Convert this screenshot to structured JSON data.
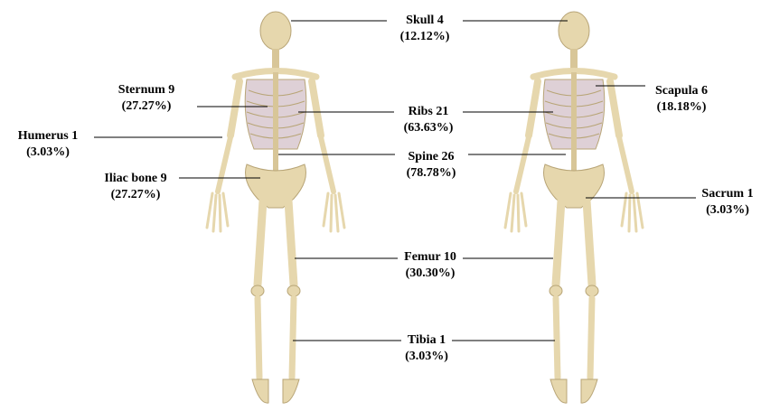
{
  "colors": {
    "bone": "#e6d7ad",
    "bone_edge": "#b8a577",
    "ribs": "#d9c7d6",
    "leader": "#000000"
  },
  "labels": {
    "skull": {
      "name": "Skull 4",
      "pct": "(12.12%)"
    },
    "sternum": {
      "name": "Sternum 9",
      "pct": "(27.27%)"
    },
    "humerus": {
      "name": "Humerus 1",
      "pct": "(3.03%)"
    },
    "iliac": {
      "name": "Iliac bone 9",
      "pct": "(27.27%)"
    },
    "ribs": {
      "name": "Ribs 21",
      "pct": "(63.63%)"
    },
    "spine": {
      "name": "Spine 26",
      "pct": "(78.78%)"
    },
    "femur": {
      "name": "Femur 10",
      "pct": "(30.30%)"
    },
    "tibia": {
      "name": "Tibia 1",
      "pct": "(3.03%)"
    },
    "scapula": {
      "name": "Scapula 6",
      "pct": "(18.18%)"
    },
    "sacrum": {
      "name": "Sacrum 1",
      "pct": "(3.03%)"
    }
  }
}
